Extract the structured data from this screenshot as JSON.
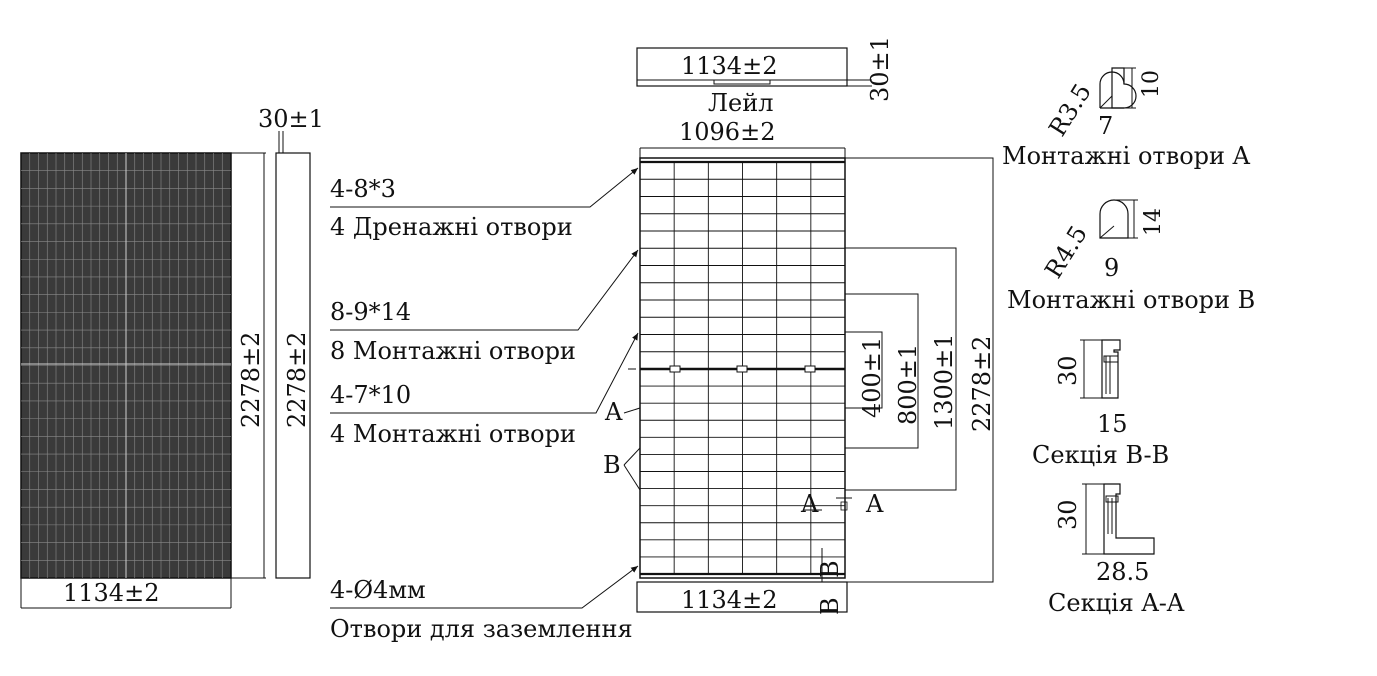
{
  "front_view": {
    "width_label": "1134±2",
    "height_label": "2278±2"
  },
  "side_view": {
    "thickness_label": "30±1",
    "height_label": "2278±2"
  },
  "top_view": {
    "width_label": "1134±2",
    "thickness_label": "30±1",
    "caption": "Лейл"
  },
  "back_view": {
    "inner_width_label": "1096±2",
    "bottom_width_label": "1134±2",
    "dimensions": [
      "400±1",
      "800±1",
      "1300±1",
      "2278±2"
    ]
  },
  "callouts": [
    {
      "spec": "4-8*3",
      "desc": "4 Дренажні отвори"
    },
    {
      "spec": "8-9*14",
      "desc": "8 Монтажні отвори"
    },
    {
      "spec": "4-7*10",
      "desc": "4 Монтажні отвори"
    },
    {
      "spec": "4-Ø4мм",
      "desc": "Отвори для заземлення"
    }
  ],
  "section_markers": {
    "a_left": "A",
    "a_right": "A",
    "a_hole": "A",
    "b_hole": "B",
    "b_bottom": "B",
    "b_side": "B"
  },
  "details": {
    "hole_a": {
      "radius": "R3.5",
      "width": "7",
      "height": "10",
      "caption": "Монтажні отвори A"
    },
    "hole_b": {
      "radius": "R4.5",
      "width": "9",
      "height": "14",
      "caption": "Монтажні отвори B"
    },
    "section_bb": {
      "height": "30",
      "width": "15",
      "caption": "Секція  B-B"
    },
    "section_aa": {
      "height": "30",
      "width": "28.5",
      "caption": "Секція  A-A"
    }
  }
}
